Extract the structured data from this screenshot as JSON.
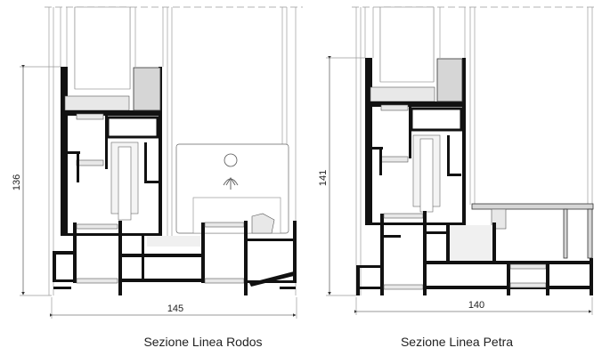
{
  "drawings": [
    {
      "caption": "Sezione Linea Rodos",
      "height_dim": "136",
      "width_dim": "145"
    },
    {
      "caption": "Sezione Linea Petra",
      "height_dim": "141",
      "width_dim": "140"
    }
  ]
}
